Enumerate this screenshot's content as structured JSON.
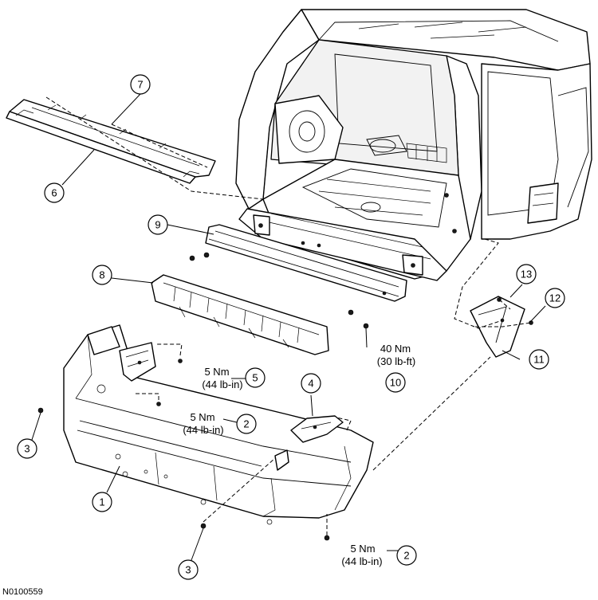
{
  "figure_id": "N0100559",
  "callouts": {
    "c1": "1",
    "c2a": "2",
    "c2b": "2",
    "c3a": "3",
    "c3b": "3",
    "c4": "4",
    "c5": "5",
    "c6": "6",
    "c7": "7",
    "c8": "8",
    "c9": "9",
    "c10": "10",
    "c11": "11",
    "c12": "12",
    "c13": "13"
  },
  "torque": {
    "t5": {
      "nm": "5 Nm",
      "imperial": "(44 lb-in)"
    },
    "t2a": {
      "nm": "5 Nm",
      "imperial": "(44 lb-in)"
    },
    "t2b": {
      "nm": "5 Nm",
      "imperial": "(44 lb-in)"
    },
    "t10": {
      "nm": "40 Nm",
      "imperial": "(30 lb-ft)"
    }
  }
}
